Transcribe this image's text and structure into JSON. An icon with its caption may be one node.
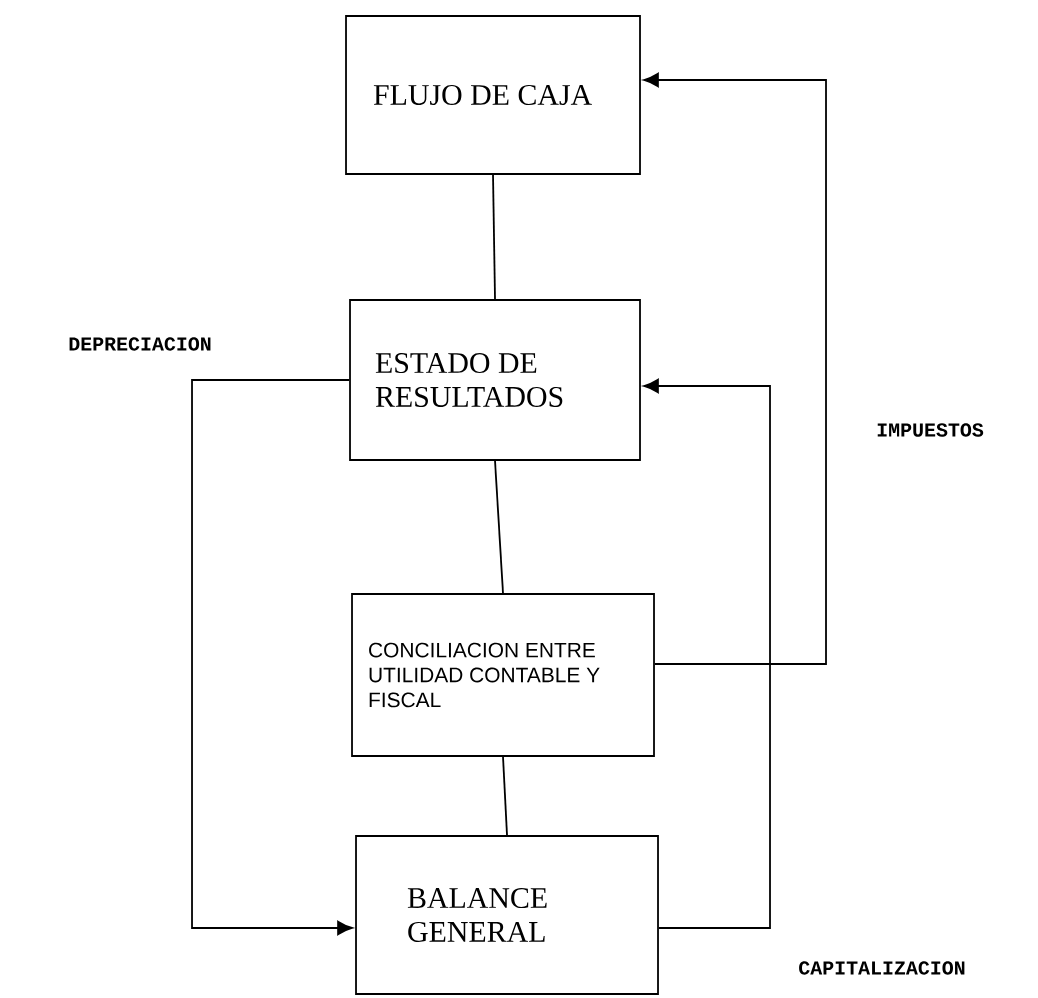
{
  "diagram": {
    "nodes": [
      {
        "text": [
          "FLUJO DE CAJA"
        ]
      },
      {
        "text": [
          "ESTADO DE RESULTADOS"
        ]
      },
      {
        "text": [
          "CONCILIACION ENTRE UTILIDAD CONTABLE Y FISCAL"
        ]
      },
      {
        "text": [
          "BALANCE GENERAL"
        ]
      }
    ],
    "edges": [
      {
        "from": 0,
        "to": 1,
        "arrow": "none"
      },
      {
        "from": 1,
        "to": 2,
        "arrow": "none"
      },
      {
        "from": 2,
        "to": 3,
        "arrow": "none"
      },
      {
        "from": 1,
        "to": 3,
        "arrow": "to",
        "label": "DEPRECIACION"
      },
      {
        "from": 3,
        "to": 1,
        "arrow": "to",
        "label": "CAPITALIZACION"
      },
      {
        "from": 2,
        "to": 0,
        "arrow": "to",
        "label": "IMPUESTOS"
      }
    ]
  }
}
